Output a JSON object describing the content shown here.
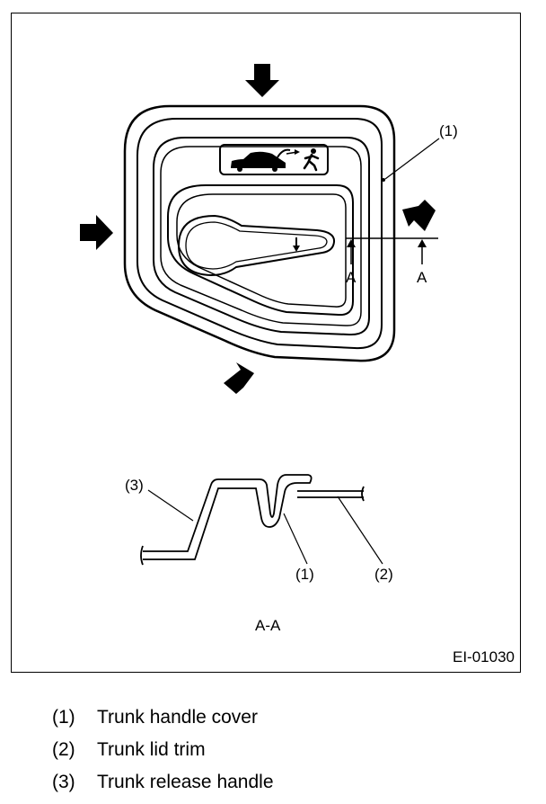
{
  "figure": {
    "id": "EI-01030",
    "callouts": {
      "top_one": "(1)",
      "section_left": "A",
      "section_right": "A",
      "sec_three": "(3)",
      "sec_one": "(1)",
      "sec_two": "(2)",
      "section_title": "A-A"
    }
  },
  "legend": [
    {
      "num": "(1)",
      "text": "Trunk handle cover"
    },
    {
      "num": "(2)",
      "text": "Trunk lid trim"
    },
    {
      "num": "(3)",
      "text": "Trunk release handle"
    }
  ]
}
